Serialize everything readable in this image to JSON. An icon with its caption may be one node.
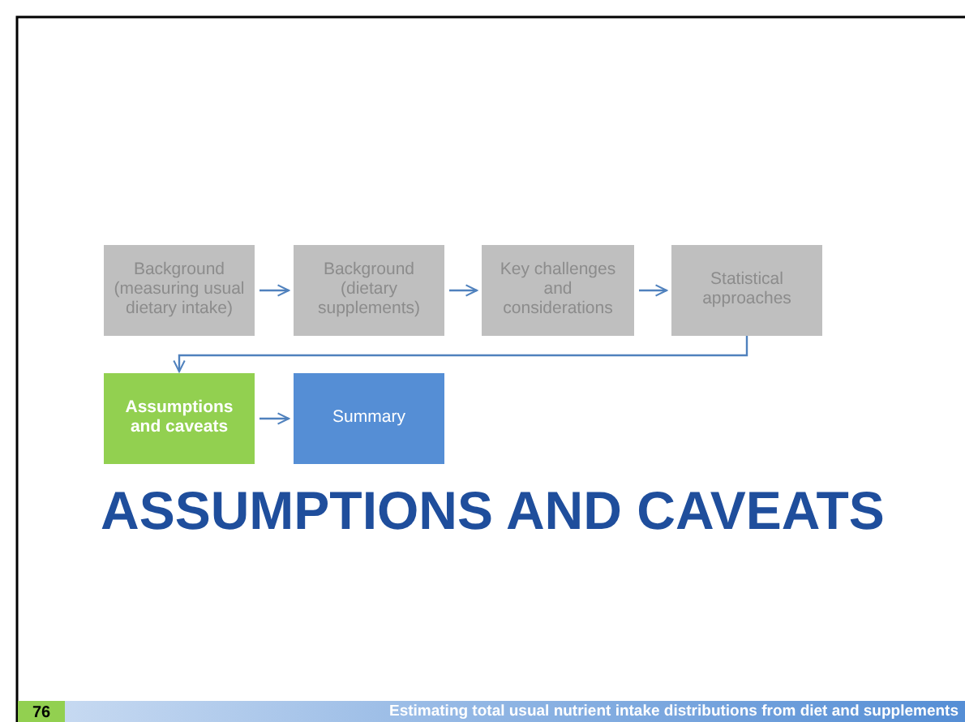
{
  "diagram": {
    "title": "ASSUMPTIONS AND CAVEATS",
    "nodes": [
      {
        "text": [
          "Background (measuring usual dietary intake)"
        ]
      },
      {
        "text": [
          "Background (dietary supplements)"
        ]
      },
      {
        "text": [
          "Key challenges and considerations"
        ]
      },
      {
        "text": [
          "Statistical approaches"
        ]
      },
      {
        "text": [
          "Assumptions and caveats"
        ]
      },
      {
        "text": [
          "Summary"
        ]
      }
    ],
    "edges": [
      {
        "from": 0,
        "to": 1,
        "arrow": "to"
      },
      {
        "from": 1,
        "to": 2,
        "arrow": "to"
      },
      {
        "from": 2,
        "to": 3,
        "arrow": "to"
      },
      {
        "from": 3,
        "to": 4,
        "arrow": "to"
      },
      {
        "from": 4,
        "to": 5,
        "arrow": "to"
      }
    ],
    "labels": [
      "76",
      "Estimating total usual nutrient intake distributions from diet and supplements"
    ]
  }
}
